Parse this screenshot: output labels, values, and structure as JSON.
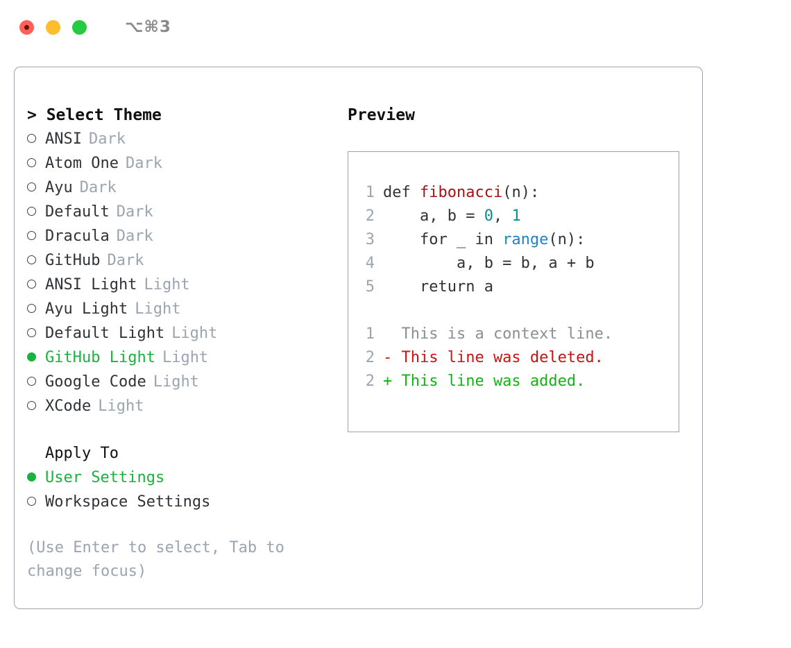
{
  "window": {
    "shortcut": "⌥⌘3",
    "traffic_lights": [
      {
        "name": "close-button",
        "color": "#ff6058"
      },
      {
        "name": "minimize-button",
        "color": "#ffbd2e"
      },
      {
        "name": "maximize-button",
        "color": "#26cb41"
      }
    ]
  },
  "left": {
    "header": "> Select Theme",
    "themes": [
      {
        "marker": "○",
        "name": "ANSI",
        "tag": "Dark",
        "selected": false
      },
      {
        "marker": "○",
        "name": "Atom One",
        "tag": "Dark",
        "selected": false
      },
      {
        "marker": "○",
        "name": "Ayu",
        "tag": "Dark",
        "selected": false
      },
      {
        "marker": "○",
        "name": "Default",
        "tag": "Dark",
        "selected": false
      },
      {
        "marker": "○",
        "name": "Dracula",
        "tag": "Dark",
        "selected": false
      },
      {
        "marker": "○",
        "name": "GitHub",
        "tag": "Dark",
        "selected": false
      },
      {
        "marker": "○",
        "name": "ANSI Light",
        "tag": "Light",
        "selected": false
      },
      {
        "marker": "○",
        "name": "Ayu Light",
        "tag": "Light",
        "selected": false
      },
      {
        "marker": "○",
        "name": "Default Light",
        "tag": "Light",
        "selected": false
      },
      {
        "marker": "●",
        "name": "GitHub Light",
        "tag": "Light",
        "selected": true
      },
      {
        "marker": "○",
        "name": "Google Code",
        "tag": "Light",
        "selected": false
      },
      {
        "marker": "○",
        "name": "XCode",
        "tag": "Light",
        "selected": false
      }
    ],
    "apply_to": {
      "title": "Apply To",
      "options": [
        {
          "marker": "●",
          "name": "User Settings",
          "selected": true
        },
        {
          "marker": "○",
          "name": "Workspace Settings",
          "selected": false
        }
      ]
    },
    "hint": "(Use Enter to select, Tab to change focus)"
  },
  "right": {
    "title": "Preview",
    "code": [
      {
        "no": "1",
        "tokens": [
          {
            "t": "def ",
            "c": "plain"
          },
          {
            "t": "fibonacci",
            "c": "fn"
          },
          {
            "t": "(n):",
            "c": "plain"
          }
        ]
      },
      {
        "no": "2",
        "tokens": [
          {
            "t": "    a, b = ",
            "c": "plain"
          },
          {
            "t": "0",
            "c": "num"
          },
          {
            "t": ", ",
            "c": "plain"
          },
          {
            "t": "1",
            "c": "num"
          }
        ]
      },
      {
        "no": "3",
        "tokens": [
          {
            "t": "    for _ in ",
            "c": "plain"
          },
          {
            "t": "range",
            "c": "call"
          },
          {
            "t": "(n):",
            "c": "plain"
          }
        ]
      },
      {
        "no": "4",
        "tokens": [
          {
            "t": "        a, b = b, a + b",
            "c": "plain"
          }
        ]
      },
      {
        "no": "5",
        "tokens": [
          {
            "t": "    return a",
            "c": "plain"
          }
        ]
      }
    ],
    "diff": [
      {
        "no": "1",
        "sign": "  ",
        "text": "This is a context line.",
        "kind": "ctx"
      },
      {
        "no": "2",
        "sign": "- ",
        "text": "This line was deleted.",
        "kind": "del"
      },
      {
        "no": "2",
        "sign": "+ ",
        "text": "This line was added.",
        "kind": "add"
      }
    ]
  },
  "colors": {
    "accent_green": "#17b33c",
    "muted": "#9aa5b1",
    "border": "#9aa5b1",
    "fn_red": "#a31515",
    "num_teal": "#0d8b8b",
    "call_blue": "#1a84c7",
    "diff_del": "#cc1111",
    "diff_add": "#13b313"
  }
}
